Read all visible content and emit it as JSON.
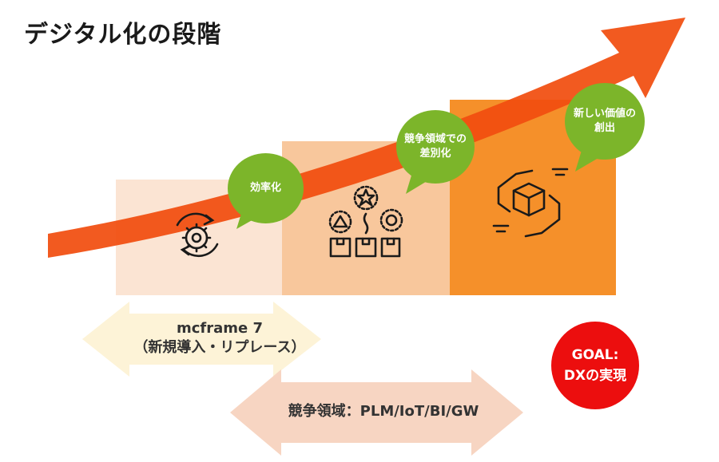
{
  "title": "デジタル化の段階",
  "stages": [
    {
      "bubble": "効率化",
      "icon": "gear-cycle-icon"
    },
    {
      "bubble": "競争領域での\n差別化",
      "icon": "differentiation-boxes-icon"
    },
    {
      "bubble": "新しい価値の\n創出",
      "icon": "value-creation-hands-icon"
    }
  ],
  "arrows": {
    "mcframe": "mcframe 7\n（新規導入・リプレース）",
    "competitive": "競争領域：PLM/IoT/BI/GW"
  },
  "goal": "GOAL:\nDXの実現",
  "colors": {
    "stage1": "#fbe4d3",
    "stage2": "#f8c79c",
    "stage3": "#f5902a",
    "main_arrow": "#f14d0f",
    "bubble": "#7cb52a",
    "arrow_mcframe": "#fdf3d7",
    "arrow_competitive": "#f7d5c2",
    "goal": "#ec0e0e"
  }
}
